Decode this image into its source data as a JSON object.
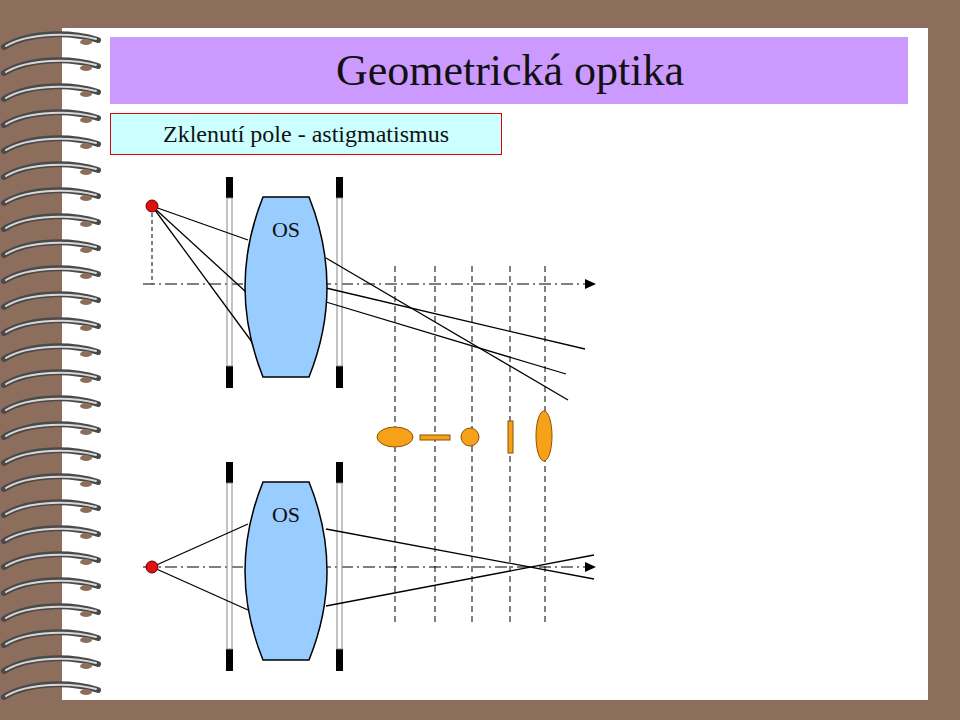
{
  "diagram": {
    "title": "Geometrická optika",
    "nodes": [
      {
        "text": [
          "Zklenutí pole - astigmatismus"
        ]
      },
      {
        "text": [
          "OS"
        ]
      },
      {
        "text": [
          "OS"
        ]
      }
    ]
  }
}
